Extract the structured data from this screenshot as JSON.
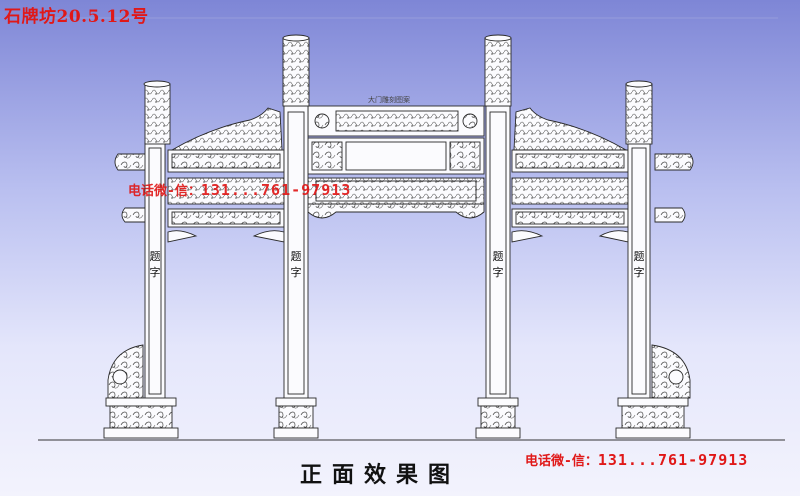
{
  "header": {
    "title": "石牌坊20.5.12号"
  },
  "panel": {
    "label": "大门雕刻图案"
  },
  "contact": {
    "prefix": "电话微-信：",
    "number_top": "131...761-97913",
    "number_bottom": "131...761-97913"
  },
  "pillars": [
    {
      "char1": "题",
      "char2": "字"
    },
    {
      "char1": "题",
      "char2": "字"
    },
    {
      "char1": "题",
      "char2": "字"
    },
    {
      "char1": "题",
      "char2": "字"
    }
  ],
  "caption": "正面效果图",
  "colors": {
    "accent": "#e01818",
    "line": "#2a2a2a",
    "stone": "#fbfbfe"
  }
}
